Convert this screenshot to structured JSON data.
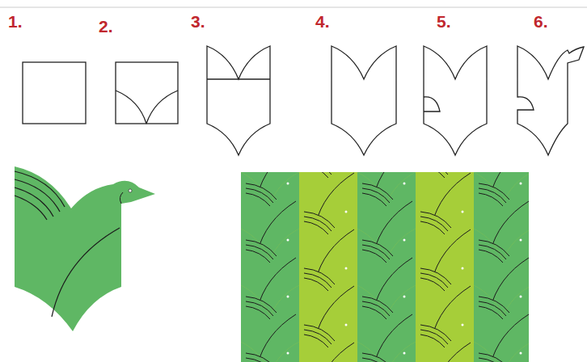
{
  "diagram": {
    "labels": [
      "1.",
      "2.",
      "3.",
      "4.",
      "5.",
      "6."
    ]
  }
}
